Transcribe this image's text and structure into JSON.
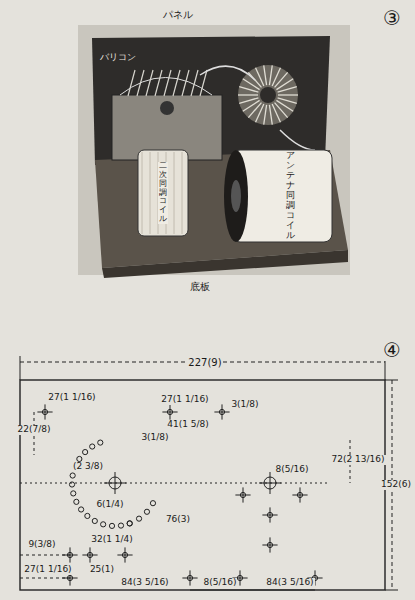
{
  "diagram": {
    "labels": [
      "227(9)",
      "152(6)",
      "27(1 1/16)",
      "22(7/8)",
      "27(1 1/16)",
      "3(1/8)",
      "41(1 5/8)",
      "3(1/8)",
      "(2 3/8)",
      "6(1/4)",
      "8(5/16)",
      "72(2 13/16)",
      "76(3)",
      "9(3/8)",
      "32(1 1/4)",
      "27(1 1/16)",
      "25(1)",
      "84(3 5/16)",
      "8(5/16)",
      "84(3 5/16)",
      "③",
      "④",
      "パネル",
      "バリコン",
      "二次同調コイル",
      "アンテナ同調コイル",
      "底板"
    ]
  }
}
